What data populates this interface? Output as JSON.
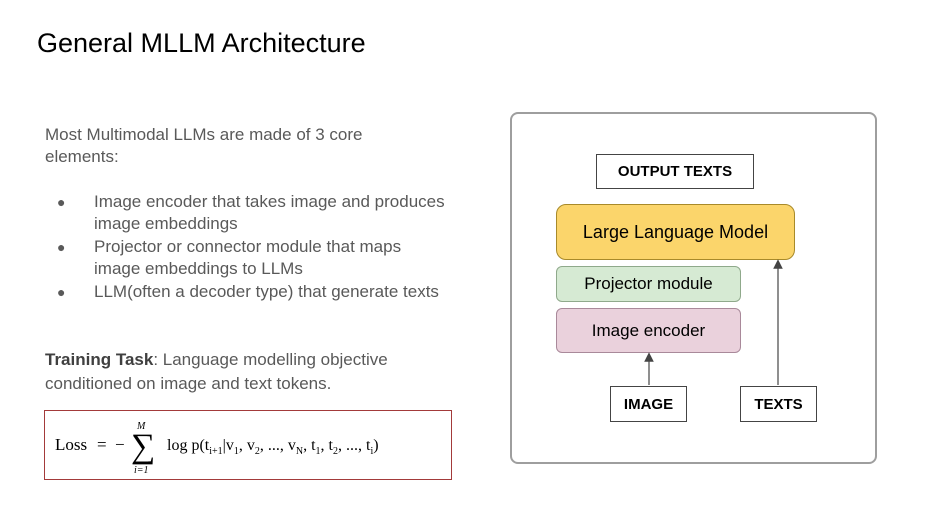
{
  "slide": {
    "title": "General MLLM Architecture",
    "intro": "Most Multimodal LLMs are made of 3 core elements:",
    "bullets": [
      "Image encoder that takes image and produces image embeddings",
      "Projector or connector module that maps image embeddings to LLMs",
      "LLM(often a decoder type) that generate texts"
    ],
    "bullet_glyph": "●",
    "task_label": "Training Task",
    "task_text": ": Language modelling objective conditioned on image and text tokens."
  },
  "formula": {
    "lhs": "Loss",
    "eq": "=",
    "minus": "−",
    "sum": "∑",
    "upper": "M",
    "lower": "i=1",
    "body": "log p(t",
    "body_sub": "i+1",
    "rest": "|v",
    "v_subs": [
      "1",
      "2",
      "N"
    ],
    "t_subs": [
      "1",
      "2",
      "i"
    ],
    "ellipsis": "...",
    "comma": ",",
    "close": ")"
  },
  "diagram": {
    "output_texts": "OUTPUT TEXTS",
    "llm": "Large Language Model",
    "projector": "Projector module",
    "encoder": "Image encoder",
    "image": "IMAGE",
    "texts": "TEXTS",
    "colors": {
      "llm": "#fbd56b",
      "projector": "#d6ead3",
      "encoder": "#ead1dc"
    }
  }
}
